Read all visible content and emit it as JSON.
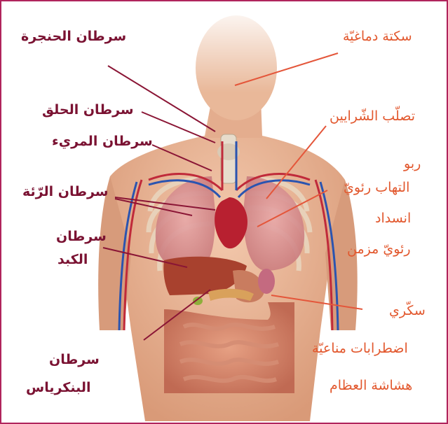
{
  "colors": {
    "frame": "#b0245c",
    "left_label": "#7a1232",
    "right_label": "#e2582e",
    "skin": "#e8b495"
  },
  "labels_left": {
    "larynx": "سرطان الحنجرة",
    "throat": "سرطان الحلق",
    "esophagus": "سرطان المريء",
    "lung": "سرطان الرّئة",
    "liver_1": "سرطان",
    "liver_2": "الكبد",
    "pancreas_1": "سرطان",
    "pancreas_2": "البنكرياس"
  },
  "labels_right": {
    "stroke": "سكتة دماغيّة",
    "atherosclerosis": "تصلّب الشّرايين",
    "asthma": "ربو",
    "pneumonia": "التهاب رئويّ",
    "copd_1": "انسداد",
    "copd_2": "رئويّ مزمن",
    "diabetes": "سكّري",
    "immune": "اضطرابات مناعيّة",
    "osteoporosis": "هشاشة العظام"
  }
}
